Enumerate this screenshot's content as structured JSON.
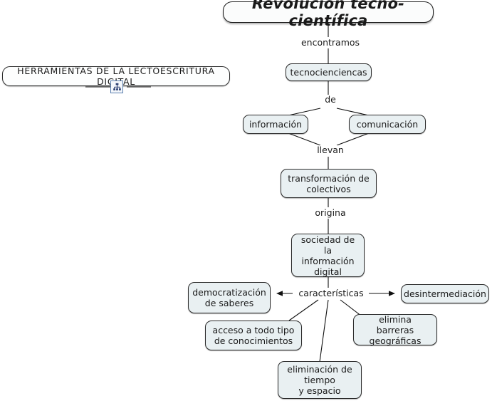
{
  "document": {
    "type": "concept-map",
    "title": "Revolución tecno-científica",
    "background_color": "#ffffff",
    "node_fill": "#e9f0f2",
    "node_border": "#2b2b2b"
  },
  "nodes": {
    "title": "Revolución tecno-científica",
    "herramientas": "HERRAMIENTAS DE LA LECTOESCRITURA DIGITAL",
    "tecnociencias": "tecnocienciencas",
    "informacion": "información",
    "comunicacion": "comunicación",
    "transformacion": "transformación de\ncolectivos",
    "sociedad": "sociedad de la\ninformación\ndigital",
    "democratizacion": "democratización\nde saberes",
    "desintermediacion": "desintermediación",
    "acceso": "acceso a todo tipo\nde conocimientos",
    "barreras": "elimina barreras\ngeográficas",
    "eliminacion": "eliminación de\ntiempo\ny espacio"
  },
  "link_labels": {
    "encontramos": "encontramos",
    "de": "de",
    "llevan": "llevan",
    "origina": "origina",
    "caracteristicas": "características"
  },
  "icons": {
    "map_link": "concept-map-node-icon"
  }
}
